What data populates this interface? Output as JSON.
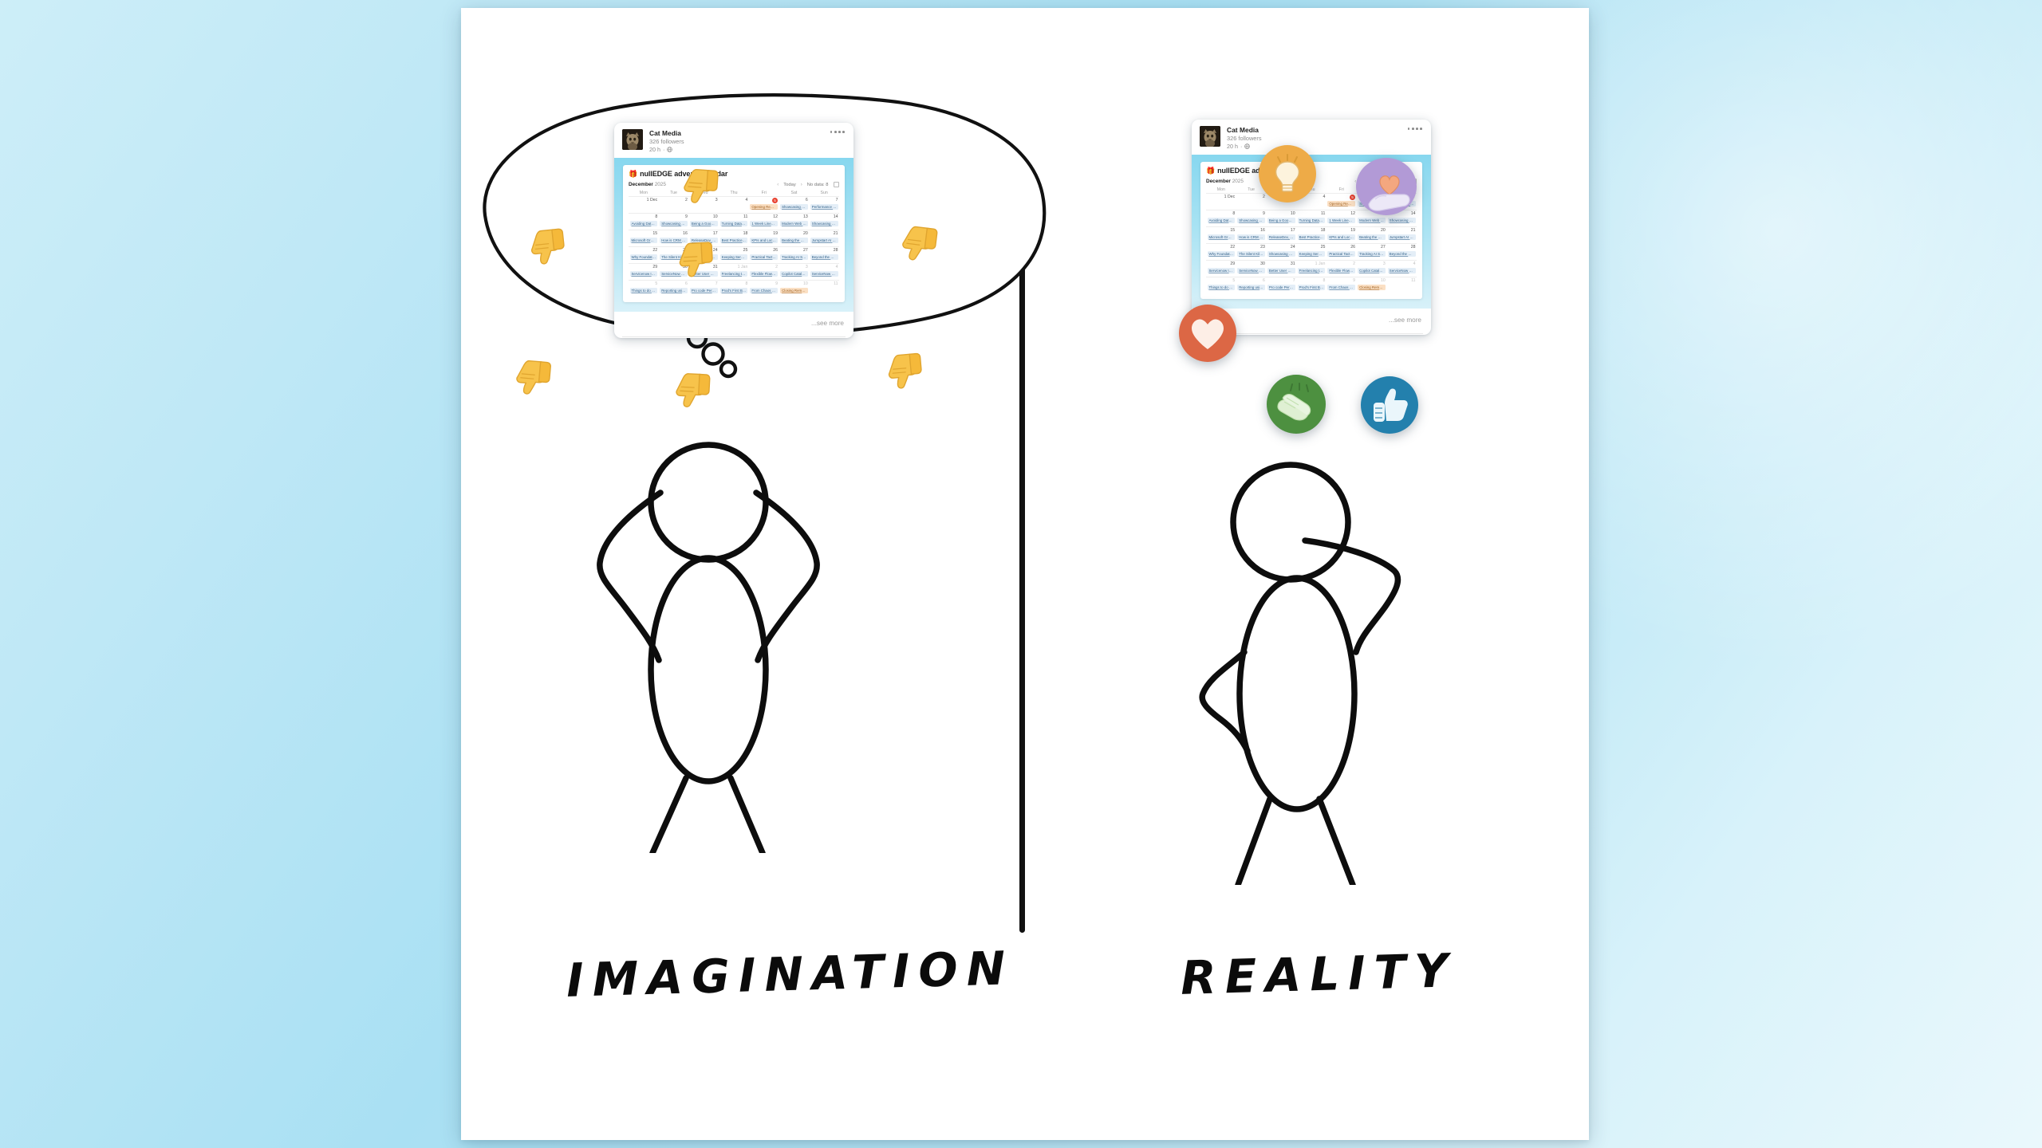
{
  "meta": {
    "title": "Imagination vs Reality meme",
    "background_color_start": "#cdeef8",
    "background_color_end": "#eaf8fc",
    "canvas_color": "#ffffff",
    "ink_color": "#111111"
  },
  "panels": {
    "left": {
      "caption": "IMAGINATION"
    },
    "right": {
      "caption": "REALITY"
    }
  },
  "post": {
    "author": "Cat Media",
    "followers": "326 followers",
    "time": "20 h",
    "visibility_icon": "globe-icon",
    "menu_icon": "more-options-icon",
    "see_more": "...see more",
    "avatar_icon": "cat-avatar"
  },
  "calendar": {
    "title": "nullEDGE advent calendar",
    "title_icon": "calendar-emoji",
    "month": "December",
    "year": "2025",
    "prev_label": "‹",
    "today_label": "Today",
    "next_label": "›",
    "nodata_label": "No data: 8",
    "weekdays": [
      "Mon",
      "Tue",
      "Wed",
      "Thu",
      "Fri",
      "Sat",
      "Sun"
    ],
    "today_day": "5",
    "weeks": [
      [
        {
          "day": "1 Dec",
          "chip": ""
        },
        {
          "day": "2",
          "chip": ""
        },
        {
          "day": "3",
          "chip": ""
        },
        {
          "day": "4",
          "chip": ""
        },
        {
          "day": "5",
          "chip": "Opening Remarks",
          "highlight": true,
          "today": true
        },
        {
          "day": "6",
          "chip": "Showcasing Hel..."
        },
        {
          "day": "7",
          "chip": "Performance Tu..."
        }
      ],
      [
        {
          "day": "8",
          "chip": "Avoiding Data M..."
        },
        {
          "day": "9",
          "chip": "Showcasing He..."
        },
        {
          "day": "10",
          "chip": "Being a Good D..."
        },
        {
          "day": "11",
          "chip": "Turning Data int..."
        },
        {
          "day": "12",
          "chip": "1 Week Lineup..."
        },
        {
          "day": "13",
          "chip": "Modern Web De..."
        },
        {
          "day": "14",
          "chip": "Showcasing Oth..."
        }
      ],
      [
        {
          "day": "15",
          "chip": "Microsoft Graph..."
        },
        {
          "day": "16",
          "chip": "How is CRM diff..."
        },
        {
          "day": "17",
          "chip": "ReleaseDev, Co..."
        },
        {
          "day": "18",
          "chip": "Best Practices f..."
        },
        {
          "day": "19",
          "chip": "KPIs and Locali..."
        },
        {
          "day": "20",
          "chip": "Beating the Co..."
        },
        {
          "day": "21",
          "chip": "Jumpstart AI wit..."
        }
      ],
      [
        {
          "day": "22",
          "chip": "Why Foundation..."
        },
        {
          "day": "23",
          "chip": "The Silent Killer..."
        },
        {
          "day": "24",
          "chip": "Showcasing Oth..."
        },
        {
          "day": "25",
          "chip": "Keeping Service..."
        },
        {
          "day": "26",
          "chip": "Practical Tactics..."
        },
        {
          "day": "27",
          "chip": "Tracking AI Sea..."
        },
        {
          "day": "28",
          "chip": "Beyond the Basi..."
        }
      ],
      [
        {
          "day": "29",
          "chip": "Servicenow Ide..."
        },
        {
          "day": "30",
          "chip": "ServiceNow Stu..."
        },
        {
          "day": "31",
          "chip": "Better User Exp..."
        },
        {
          "day": "1 Jan",
          "muted": true,
          "chip": "Freelancing to A..."
        },
        {
          "day": "2",
          "muted": true,
          "chip": "Flexible Flows i..."
        },
        {
          "day": "3",
          "muted": true,
          "chip": "Copilot Catalyst..."
        },
        {
          "day": "4",
          "muted": true,
          "chip": "ServiceNow Pro..."
        }
      ],
      [
        {
          "day": "5",
          "muted": true,
          "chip": "Things to do wit..."
        },
        {
          "day": "6",
          "muted": true,
          "chip": "Reporting using..."
        },
        {
          "day": "7",
          "muted": true,
          "chip": "Pro code Perfor..."
        },
        {
          "day": "8",
          "muted": true,
          "chip": "Prod's First Bui..."
        },
        {
          "day": "9",
          "muted": true,
          "chip": "From Chaos to ..."
        },
        {
          "day": "10",
          "muted": true,
          "chip": "Closing Remarks",
          "highlight": true
        },
        {
          "day": "11",
          "muted": true,
          "chip": ""
        }
      ]
    ]
  },
  "imagination_reactions": {
    "icon": "thumbs-down-emoji",
    "count": 7,
    "color": "#f7c34b"
  },
  "reality_reactions": [
    {
      "name": "insightful-badge",
      "icon": "lightbulb-icon",
      "color": "#eeab47",
      "glyph_color": "#fdf3dd"
    },
    {
      "name": "support-badge",
      "icon": "hand-heart-icon",
      "color": "#b29ad6",
      "glyph_color": "#ece8f7"
    },
    {
      "name": "love-badge",
      "icon": "heart-icon",
      "color": "#dc6745",
      "glyph_color": "#fdeee6"
    },
    {
      "name": "celebrate-badge",
      "icon": "clapping-hands-icon",
      "color": "#4d9040",
      "glyph_color": "#dff0d3"
    },
    {
      "name": "like-badge",
      "icon": "thumbs-up-icon",
      "color": "#2380ad",
      "glyph_color": "#eaf6fb"
    }
  ]
}
